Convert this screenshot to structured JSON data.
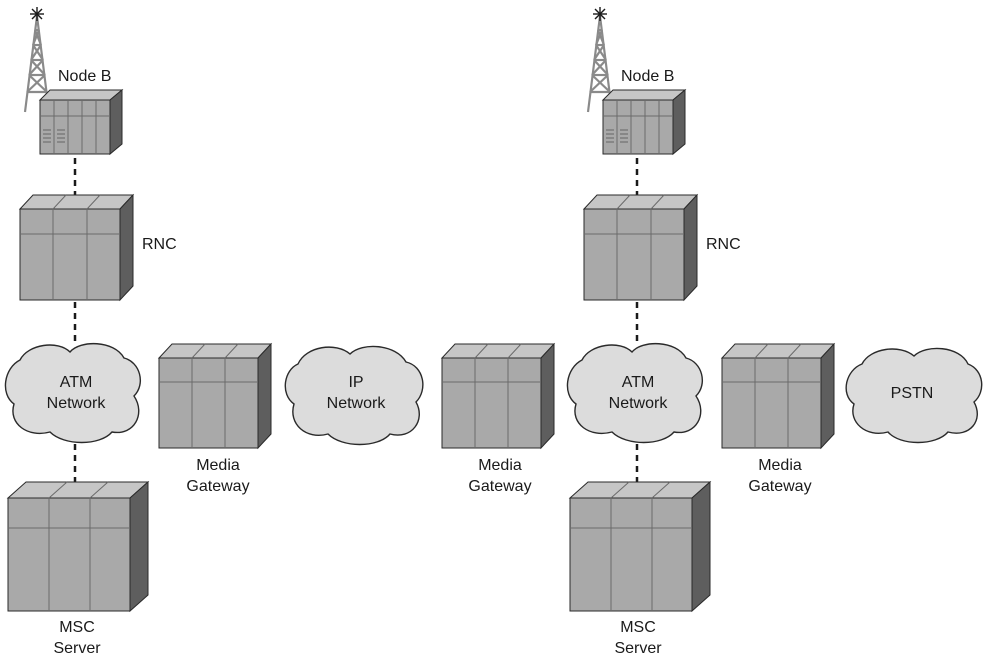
{
  "left_site": {
    "node_b": "Node B",
    "rnc": "RNC",
    "atm_network": [
      "ATM",
      "Network"
    ],
    "msc_server": [
      "MSC",
      "Server"
    ],
    "media_gateway": [
      "Media",
      "Gateway"
    ]
  },
  "ip_network": [
    "IP",
    "Network"
  ],
  "center": {
    "media_gateway": [
      "Media",
      "Gateway"
    ]
  },
  "right_site": {
    "node_b": "Node B",
    "rnc": "RNC",
    "atm_network": [
      "ATM",
      "Network"
    ],
    "msc_server": [
      "MSC",
      "Server"
    ],
    "media_gateway": [
      "Media",
      "Gateway"
    ]
  },
  "pstn": "PSTN"
}
